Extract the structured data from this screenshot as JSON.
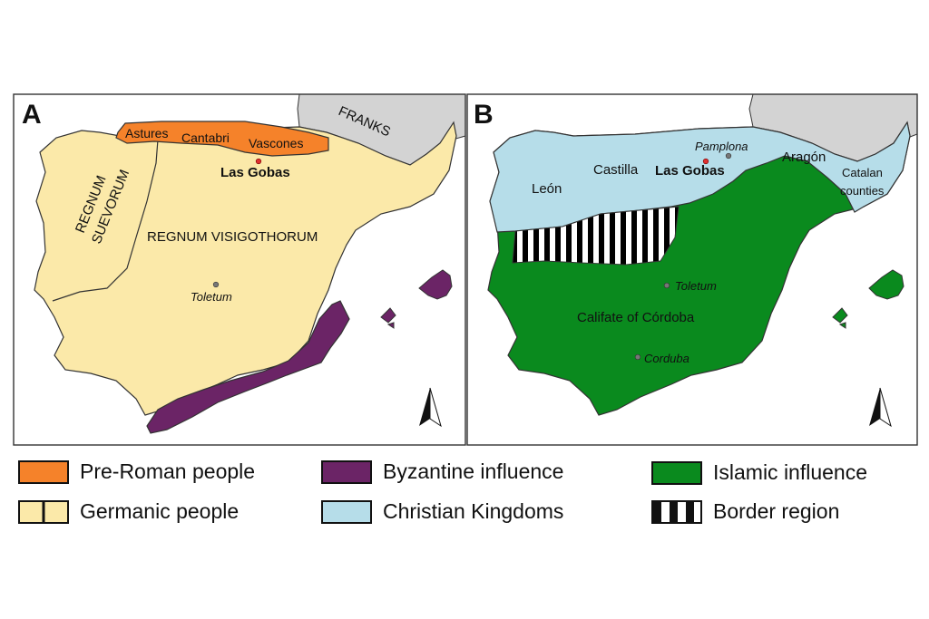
{
  "panels": {
    "a": {
      "letter": "A",
      "labels": {
        "franks": "FRANKS",
        "astures": "Astures",
        "cantabri": "Cantabri",
        "vascones": "Vascones",
        "las_gobas": "Las Gobas",
        "regnum_suevorum_1": "REGNUM",
        "regnum_suevorum_2": "SUEVORUM",
        "regnum_visigothorum": "REGNUM VISIGOTHORUM",
        "toletum": "Toletum"
      }
    },
    "b": {
      "letter": "B",
      "labels": {
        "pamplona": "Pamplona",
        "castilla": "Castilla",
        "las_gobas": "Las Gobas",
        "aragon": "Aragón",
        "leon": "León",
        "catalan_1": "Catalan",
        "catalan_2": "counties",
        "toletum": "Toletum",
        "califate": "Califate of Córdoba",
        "corduba": "Corduba"
      }
    }
  },
  "legend": {
    "pre_roman": "Pre-Roman people",
    "germanic": "Germanic people",
    "byzantine": "Byzantine influence",
    "christian": "Christian Kingdoms",
    "islamic": "Islamic influence",
    "border": "Border region"
  },
  "colors": {
    "pre_roman": "#f5822a",
    "germanic": "#fbe9a9",
    "byzantine": "#6b2466",
    "christian": "#b6dde9",
    "islamic": "#0a8a1e",
    "franks": "#d3d3d3",
    "site_marker": "#e03030",
    "city_marker": "#777777"
  }
}
